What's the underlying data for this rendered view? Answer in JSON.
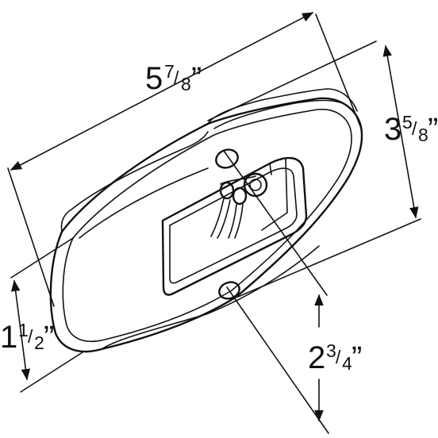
{
  "dimensions": {
    "length": {
      "whole": "5",
      "numerator": "7",
      "slash": "/",
      "denominator": "8",
      "unit": "”"
    },
    "height": {
      "whole": "3",
      "numerator": "5",
      "slash": "/",
      "denominator": "8",
      "unit": "”"
    },
    "depth": {
      "whole": "1",
      "numerator": "1",
      "slash": "/",
      "denominator": "2",
      "unit": "”"
    },
    "hole_spacing": {
      "whole": "2",
      "numerator": "3",
      "slash": "/",
      "denominator": "4",
      "unit": "”"
    }
  },
  "colors": {
    "ink": "#111111",
    "background": "#ffffff"
  }
}
